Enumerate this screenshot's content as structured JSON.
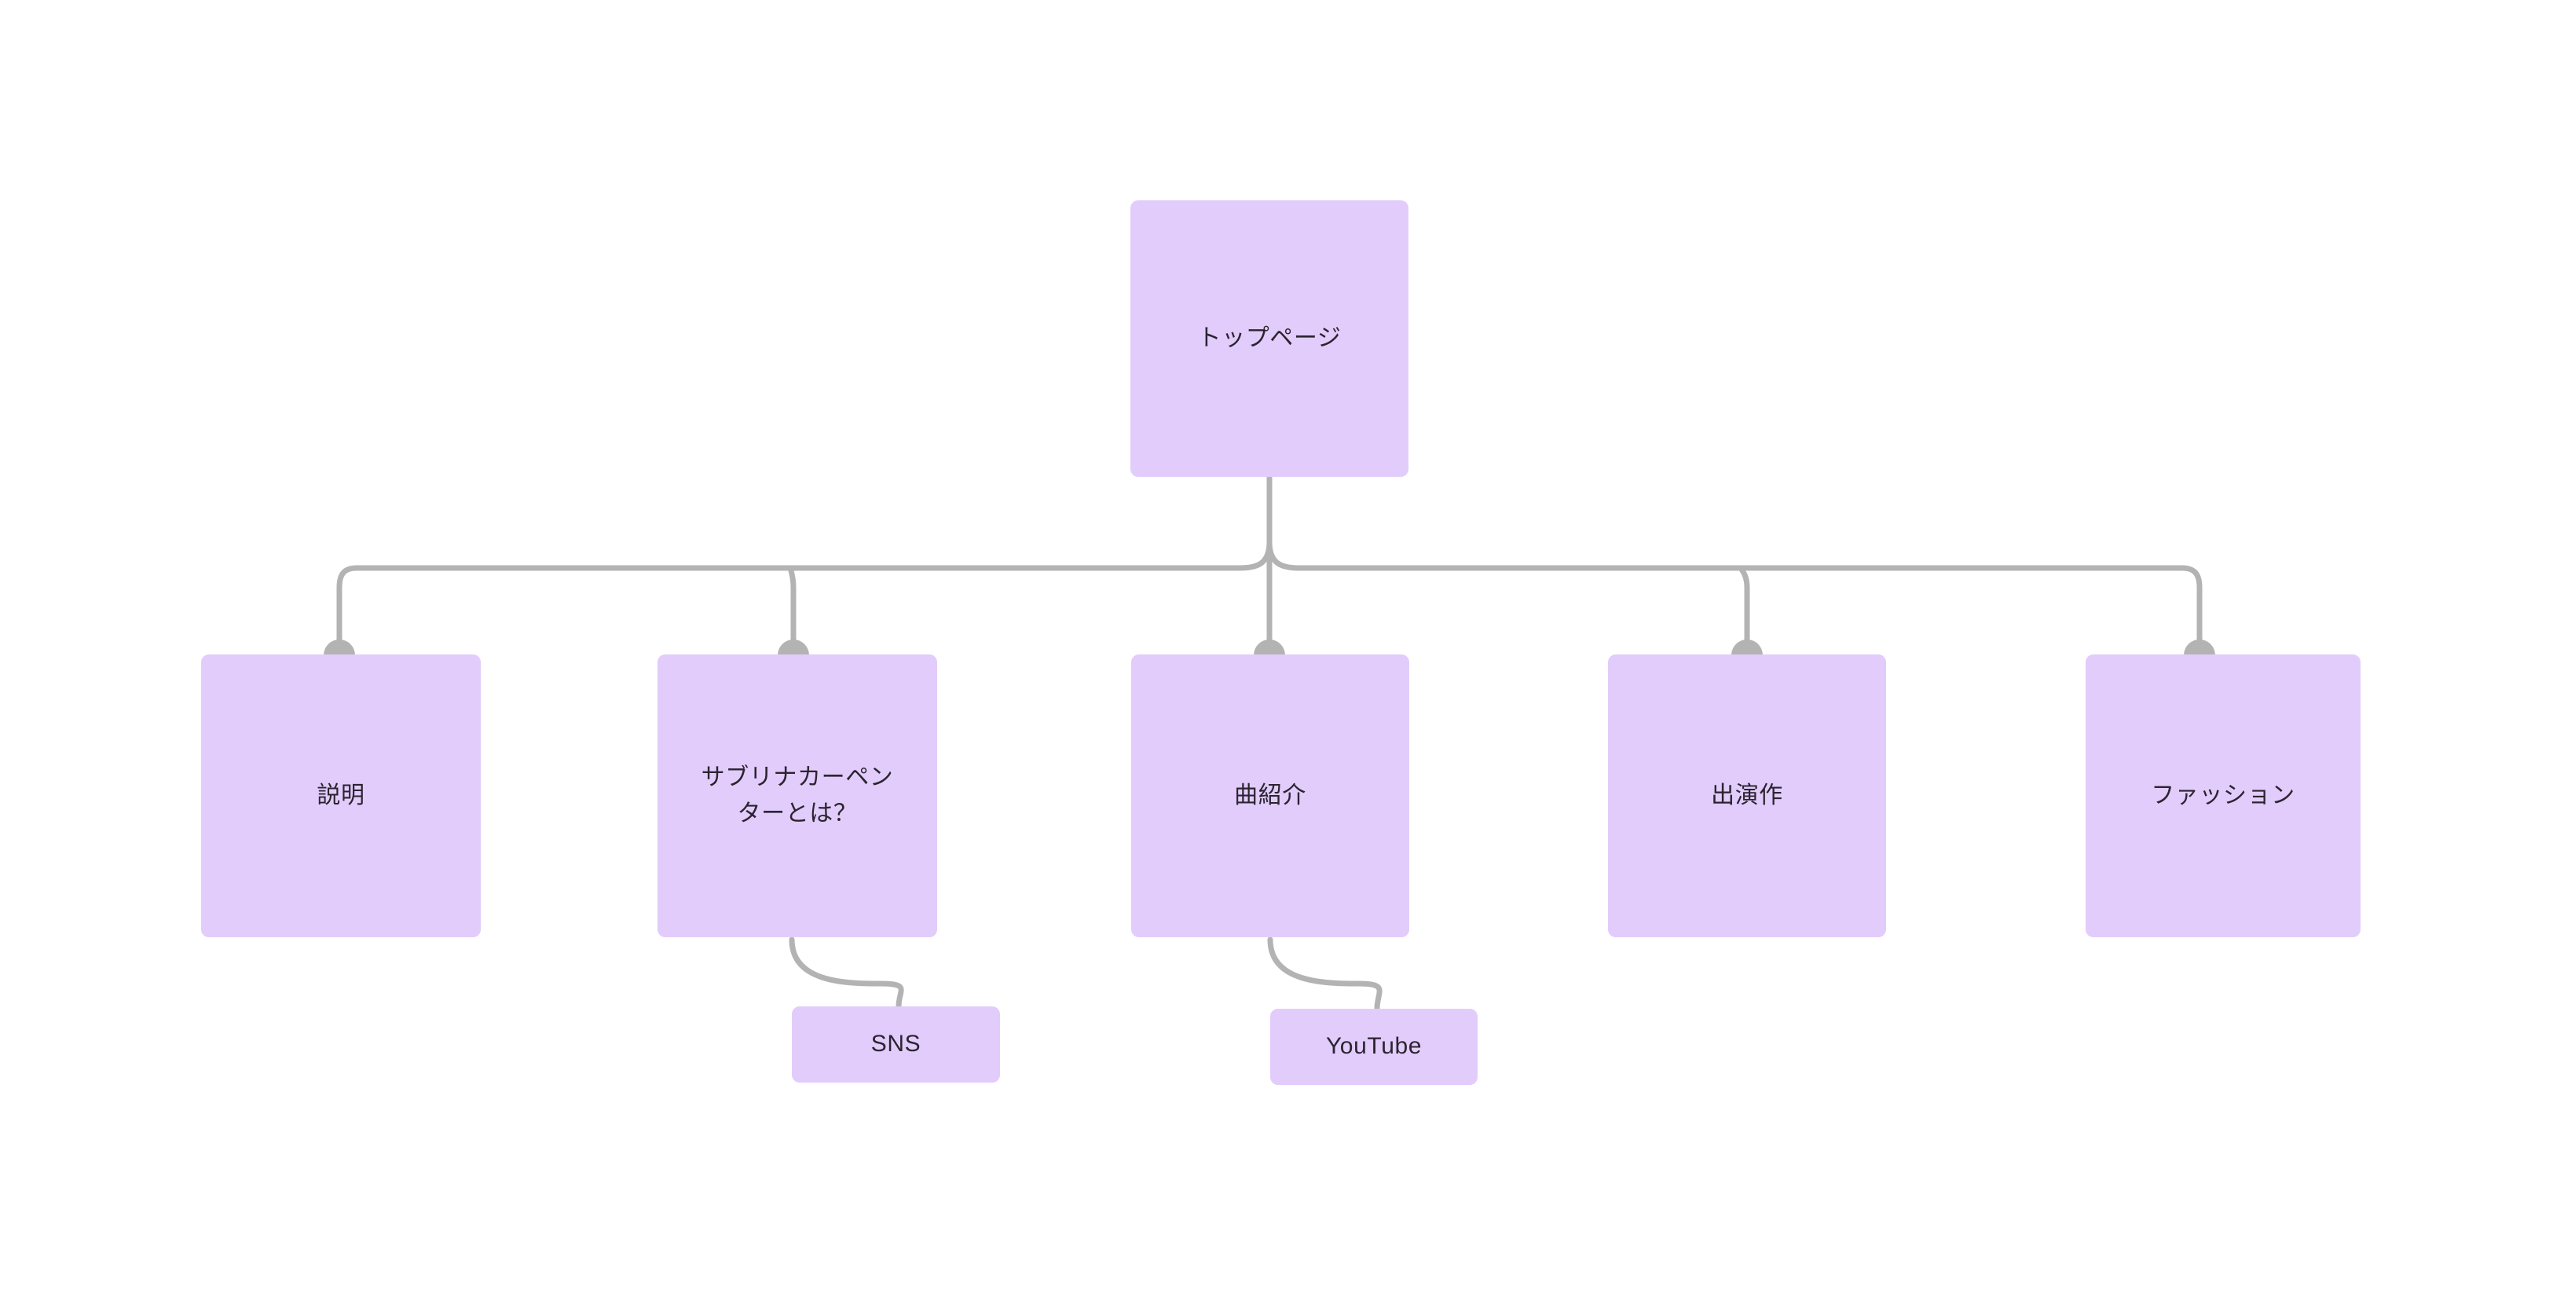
{
  "diagram": {
    "type": "site-map-tree",
    "title": "",
    "colors": {
      "node_fill": "#e2ccfb",
      "node_text": "#2b2430",
      "connector": "#b3b3b3",
      "background": "#ffffff"
    },
    "nodes": {
      "root": {
        "id": "top-page",
        "label": "トップページ"
      },
      "level2": [
        {
          "id": "setsumei",
          "label": "説明"
        },
        {
          "id": "about-sabrina",
          "label": "サブリナカーペン\nターとは？"
        },
        {
          "id": "song-intro",
          "label": "曲紹介"
        },
        {
          "id": "works",
          "label": "出演作"
        },
        {
          "id": "fashion",
          "label": "ファッション"
        }
      ],
      "level3": [
        {
          "id": "sns",
          "label": "SNS",
          "parent": "about-sabrina"
        },
        {
          "id": "youtube",
          "label": "YouTube",
          "parent": "song-intro"
        }
      ]
    },
    "edges": [
      {
        "from": "top-page",
        "to": "setsumei"
      },
      {
        "from": "top-page",
        "to": "about-sabrina"
      },
      {
        "from": "top-page",
        "to": "song-intro"
      },
      {
        "from": "top-page",
        "to": "works"
      },
      {
        "from": "top-page",
        "to": "fashion"
      },
      {
        "from": "about-sabrina",
        "to": "sns"
      },
      {
        "from": "song-intro",
        "to": "youtube"
      }
    ]
  }
}
